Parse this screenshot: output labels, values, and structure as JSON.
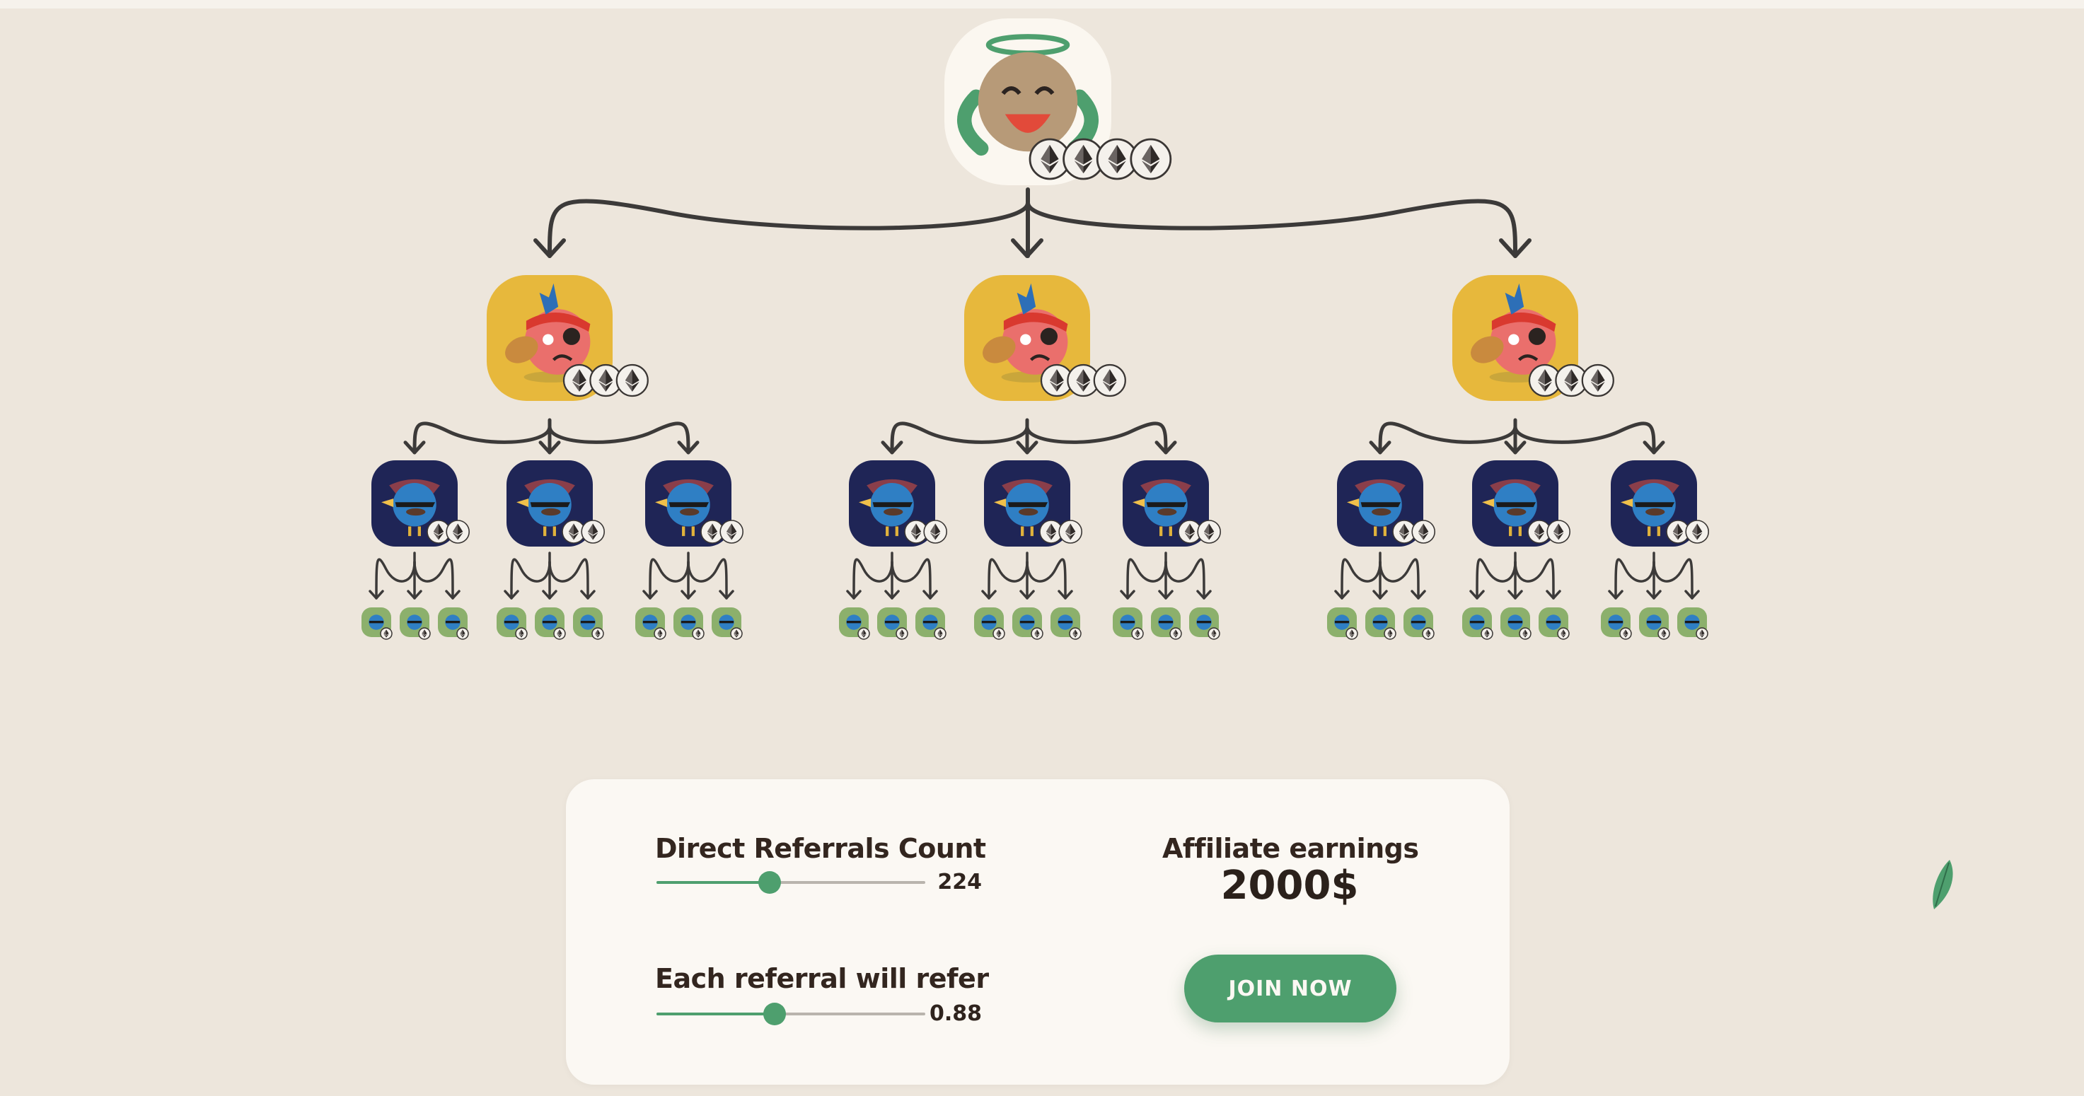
{
  "calculator": {
    "direct_label": "Direct Referrals Count",
    "direct_value": "224",
    "direct_level": 0.42,
    "each_label": "Each referral will refer",
    "each_value": "0.88",
    "each_level": 0.44,
    "earnings_label": "Affiliate earnings",
    "earnings_value": "2000$",
    "join_label": "JOIN NOW"
  },
  "tree": {
    "root": {
      "name": "angel-character",
      "coin_count": 4
    },
    "level1": {
      "name": "pirate-character",
      "count": 3,
      "coin_count": 3
    },
    "level2": {
      "name": "cowboy-character",
      "count": 9,
      "coin_count": 2
    },
    "level3": {
      "name": "small-character",
      "count": 27,
      "coin_count": 1
    },
    "coin_icon": "ethereum-coin-icon"
  },
  "colors": {
    "background": "#ede6dc",
    "card": "#fbf8f3",
    "accent_green": "#4e9f6e",
    "root_tile": "#fbf7f0",
    "level1_tile": "#e7b83c",
    "level2_tile": "#1f2556",
    "level3_tile": "#8cb06c",
    "arrow": "#3c3a39",
    "text_dark": "#33261f"
  }
}
